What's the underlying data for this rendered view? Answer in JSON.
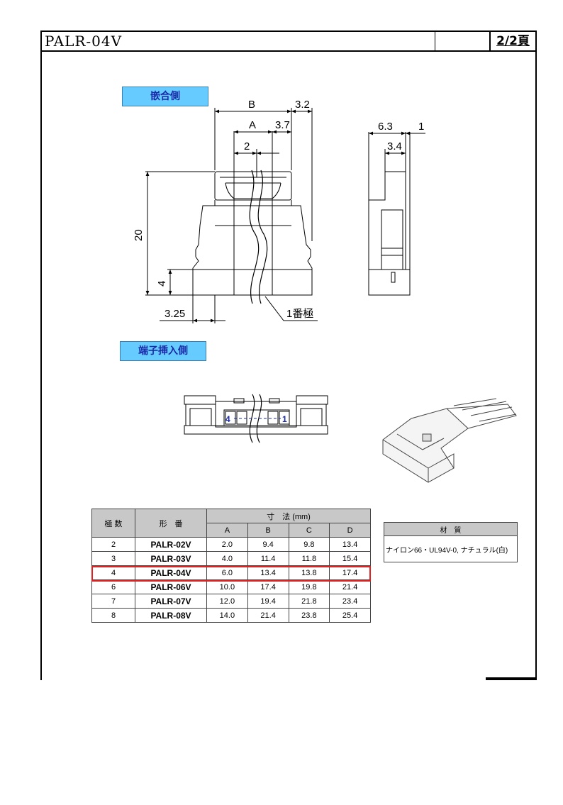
{
  "header": {
    "title": "PALR-04V",
    "page": "2/2頁"
  },
  "labels": {
    "mating_side": "嵌合側",
    "terminal_side": "端子挿入側"
  },
  "dimensions": {
    "B": "B",
    "d3_2": "3.2",
    "A": "A",
    "d3_7": "3.7",
    "d2": "2",
    "d20": "20",
    "d4": "4",
    "d3_25": "3.25",
    "pin1": "1番極",
    "d6_3": "6.3",
    "d1": "1",
    "d3_4": "3.4",
    "pin4": "4",
    "pin1b": "1"
  },
  "spec_table": {
    "headers": {
      "poles": "極 数",
      "model": "形　番",
      "dims": "寸　法 (mm)",
      "A": "A",
      "B": "B",
      "C": "C",
      "D": "D"
    },
    "rows": [
      {
        "poles": "2",
        "model": "PALR-02V",
        "A": "2.0",
        "B": "9.4",
        "C": "9.8",
        "D": "13.4"
      },
      {
        "poles": "3",
        "model": "PALR-03V",
        "A": "4.0",
        "B": "11.4",
        "C": "11.8",
        "D": "15.4"
      },
      {
        "poles": "4",
        "model": "PALR-04V",
        "A": "6.0",
        "B": "13.4",
        "C": "13.8",
        "D": "17.4"
      },
      {
        "poles": "6",
        "model": "PALR-06V",
        "A": "10.0",
        "B": "17.4",
        "C": "19.8",
        "D": "21.4"
      },
      {
        "poles": "7",
        "model": "PALR-07V",
        "A": "12.0",
        "B": "19.4",
        "C": "21.8",
        "D": "23.4"
      },
      {
        "poles": "8",
        "model": "PALR-08V",
        "A": "14.0",
        "B": "21.4",
        "C": "23.8",
        "D": "25.4"
      }
    ]
  },
  "material": {
    "header": "材　質",
    "value": "ナイロン66・UL94V-0, ナチュラル(白)"
  },
  "colors": {
    "label_bg": "#66ccff",
    "highlight": "#e32020",
    "pin_marker": "#1a2ba8"
  }
}
